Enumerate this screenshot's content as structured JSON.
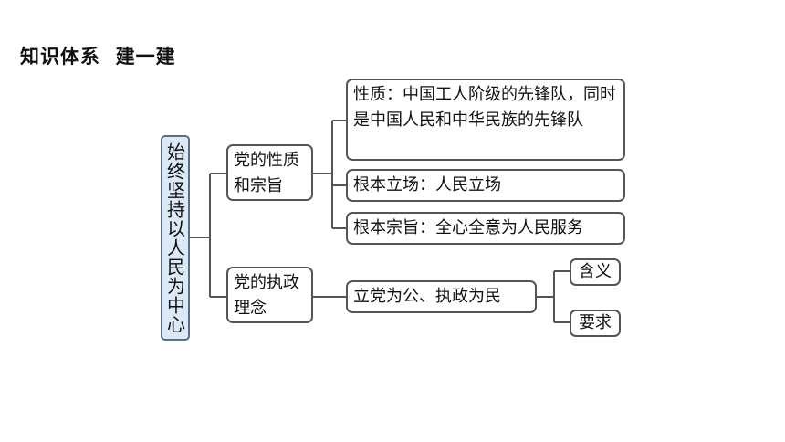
{
  "header": {
    "title": "知识体系  建一建"
  },
  "diagram": {
    "root": "始终坚持以人民为中心",
    "branch1": {
      "label": "党的性质和宗旨",
      "items": [
        "性质：中国工人阶级的先锋队，同时是中国人民和中华民族的先锋队",
        "根本立场：人民立场",
        "根本宗旨：全心全意为人民服务"
      ]
    },
    "branch2": {
      "label": "党的执政理念",
      "mid": "立党为公、执政为民",
      "leaves": [
        "含义",
        "要求"
      ]
    }
  }
}
